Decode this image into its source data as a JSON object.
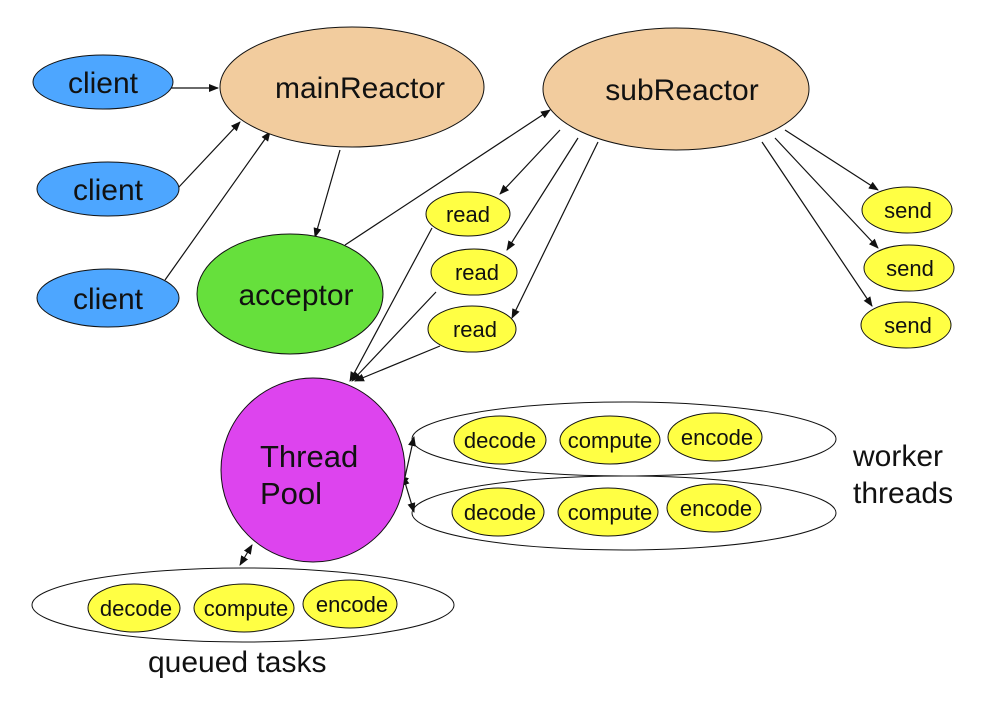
{
  "nodes": {
    "client_1": "client",
    "client_2": "client",
    "client_3": "client",
    "main_reactor": "mainReactor",
    "sub_reactor": "subReactor",
    "acceptor": "acceptor",
    "read_1": "read",
    "read_2": "read",
    "read_3": "read",
    "send_1": "send",
    "send_2": "send",
    "send_3": "send",
    "thread_pool_line1": "Thread",
    "thread_pool_line2": "Pool"
  },
  "worker_rows": [
    {
      "decode": "decode",
      "compute": "compute",
      "encode": "encode"
    },
    {
      "decode": "decode",
      "compute": "compute",
      "encode": "encode"
    }
  ],
  "queued_row": {
    "decode": "decode",
    "compute": "compute",
    "encode": "encode"
  },
  "labels": {
    "worker_threads_line1": "worker",
    "worker_threads_line2": "threads",
    "queued_tasks": "queued tasks"
  },
  "colors": {
    "client": "#4da6ff",
    "reactor": "#f2cc9e",
    "acceptor": "#66e03c",
    "task": "#ffff44",
    "thread_pool": "#dd44ee"
  }
}
